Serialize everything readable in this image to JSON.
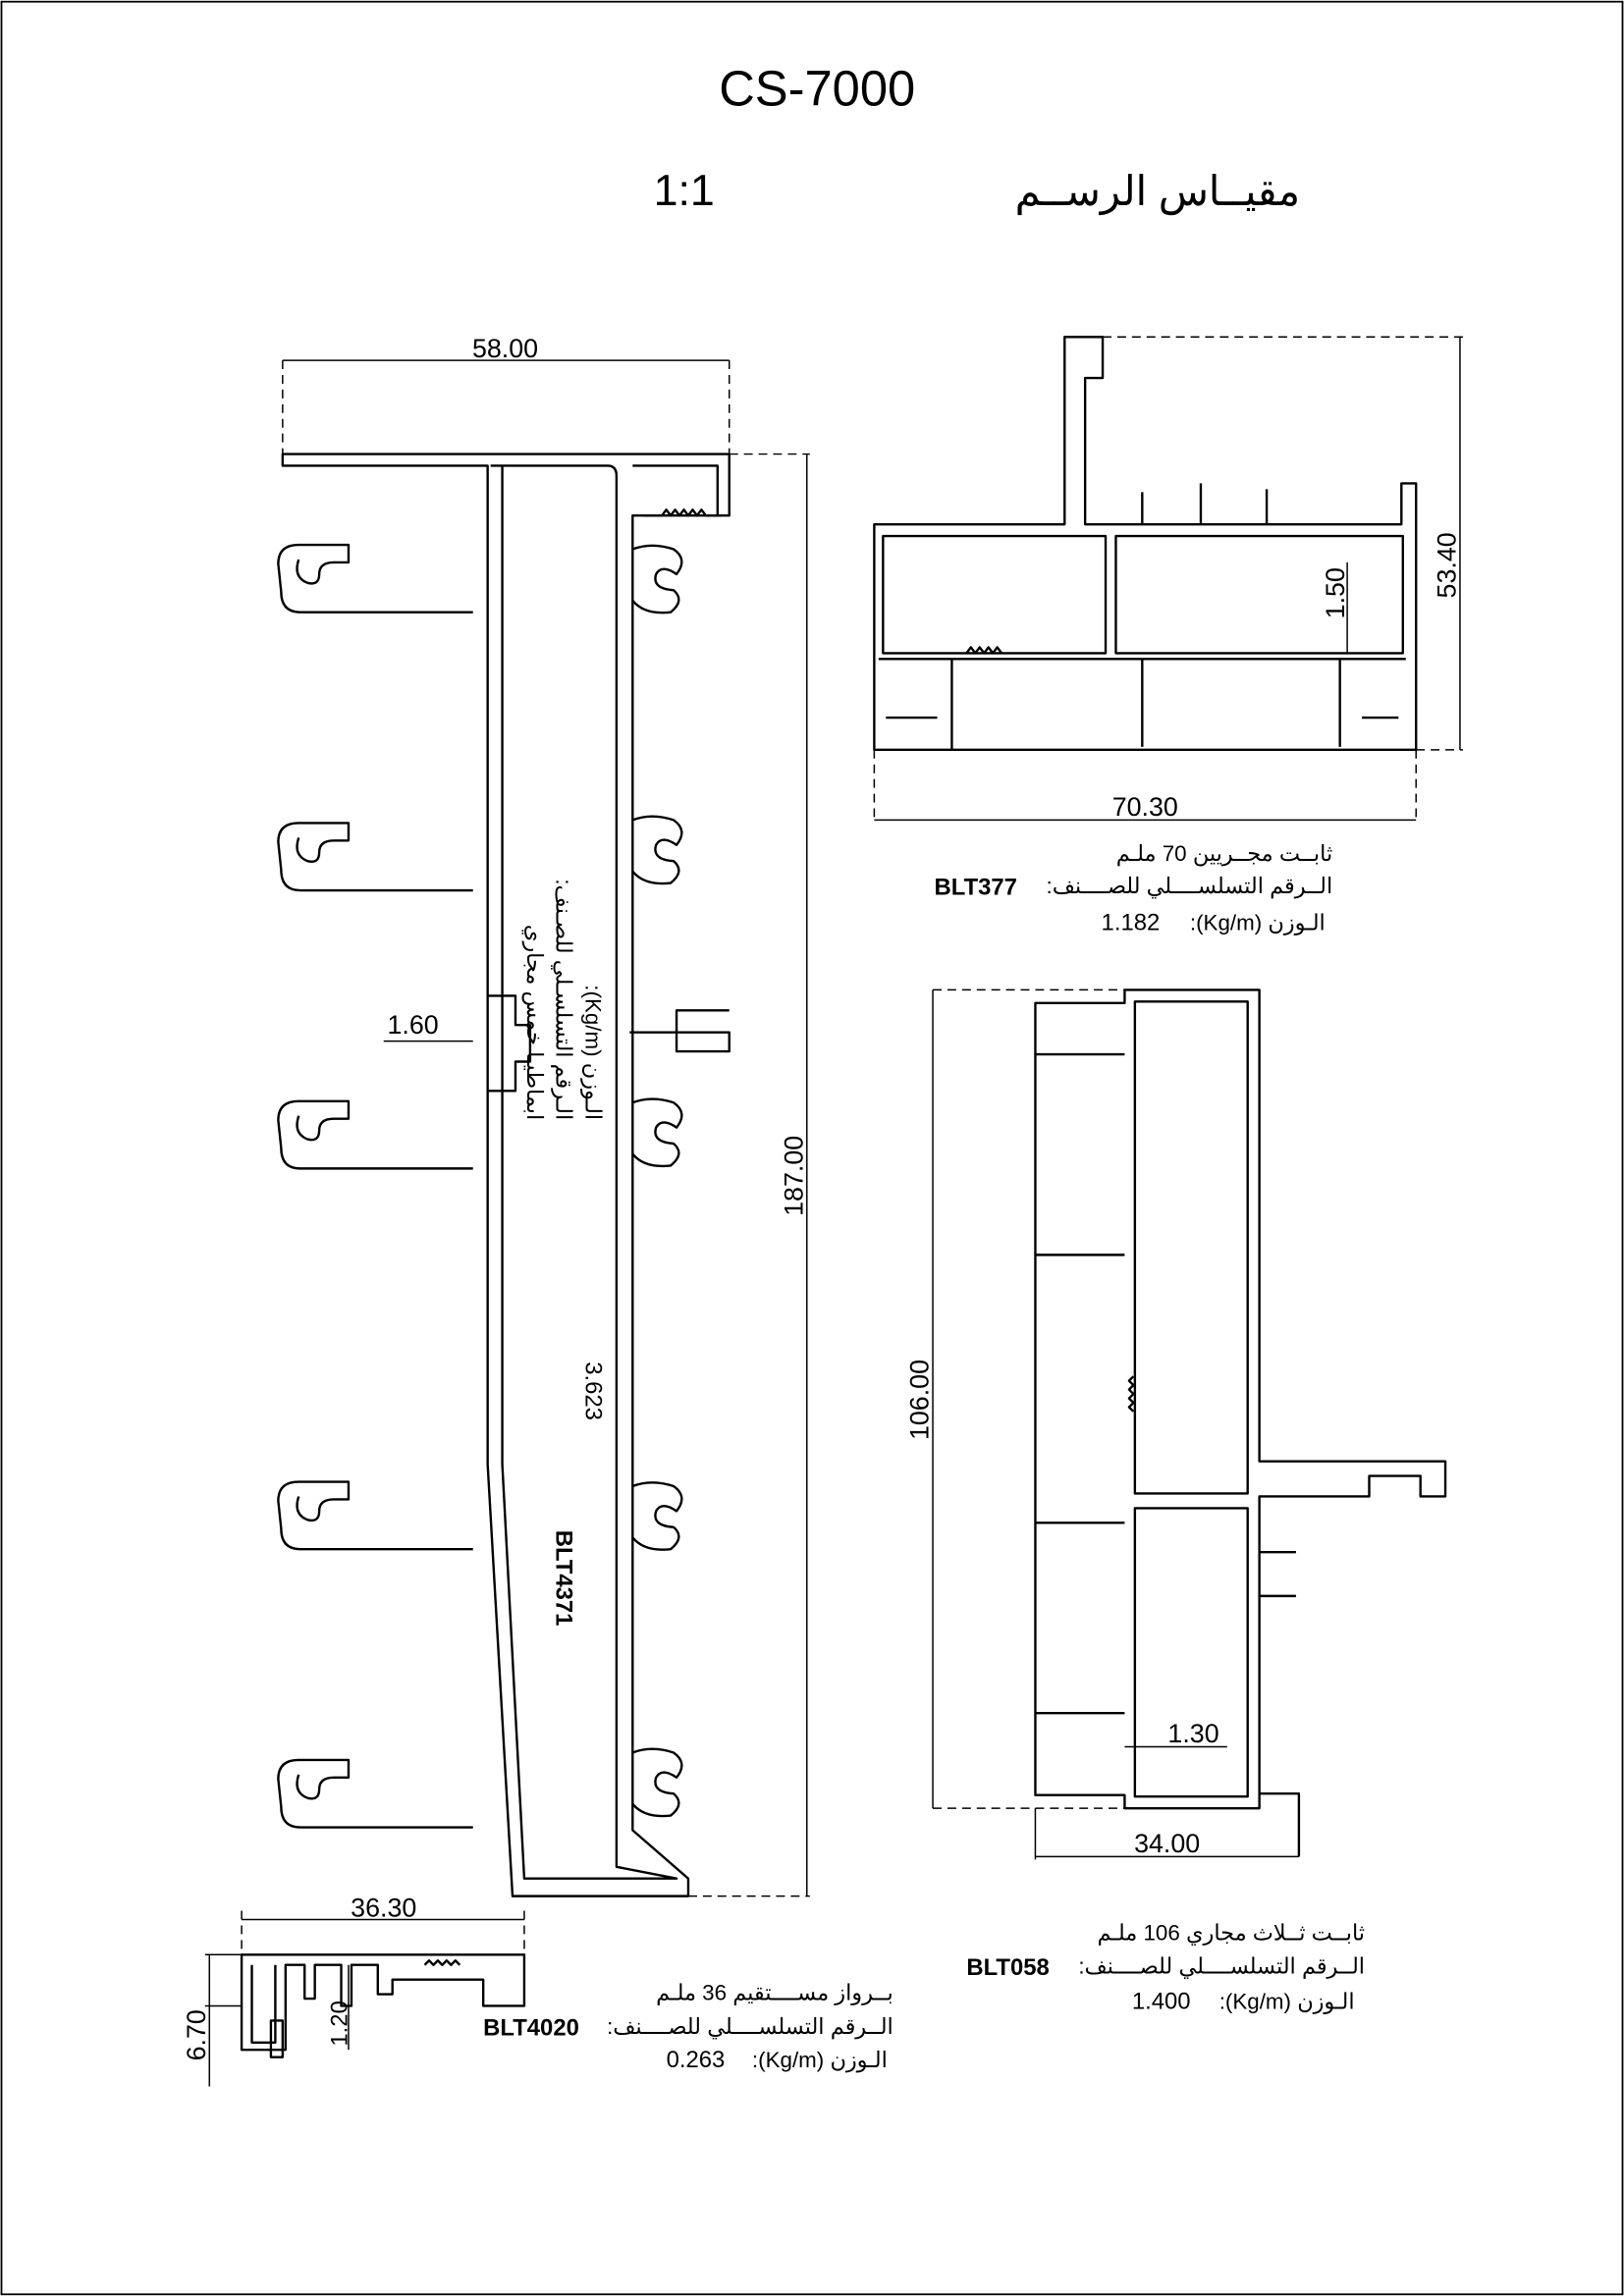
{
  "title": "CS-7000",
  "scale": {
    "label": "مقيــاس الرســم",
    "value": "1:1"
  },
  "profiles": {
    "blt4371": {
      "name": "ابماطيـا خمس مجاري",
      "serial_label": "الـرقم التسلسـلي للصـنف:",
      "serial": "BLT4371",
      "weight_label": "الـوزن (Kg/m):",
      "weight": "3.623",
      "dims": {
        "width": "58.00",
        "height": "187.00",
        "wall": "1.60"
      }
    },
    "blt377": {
      "name": "ثابــت مجــريين 70 ملـم",
      "serial_label": "الــرقم التسلســــلي للصــــنف:",
      "serial": "BLT377",
      "weight_label": "الـوزن (Kg/m):",
      "weight": "1.182",
      "dims": {
        "width": "70.30",
        "height": "53.40",
        "wall": "1.50"
      }
    },
    "blt058": {
      "name": "ثابــت ثــلاث مجاري 106 ملـم",
      "serial_label": "الــرقم التسلســــلي للصــــنف:",
      "serial": "BLT058",
      "weight_label": "الـوزن (Kg/m):",
      "weight": "1.400",
      "dims": {
        "width": "34.00",
        "height": "106.00",
        "wall": "1.30"
      }
    },
    "blt4020": {
      "name": "بــرواز مســــتقيم 36 ملـم",
      "serial_label": "الــرقم التسلســــلي للصــــنف:",
      "serial": "BLT4020",
      "weight_label": "الـوزن (Kg/m):",
      "weight": "0.263",
      "dims": {
        "width": "36.30",
        "height": "6.70",
        "wall": "1.20"
      }
    }
  }
}
